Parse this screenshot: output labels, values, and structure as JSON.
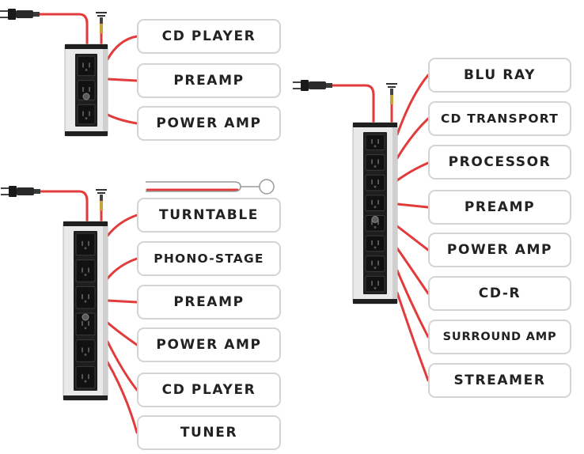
{
  "colors": {
    "cable": "#e23b3b",
    "label_border": "#d4d4d4",
    "label_text": "#222222",
    "unit_body": "#e9e9e9",
    "unit_panel": "#1e1e1e"
  },
  "icons": [
    "power-plug-icon",
    "ground-terminal-icon",
    "outlet-icon"
  ],
  "units": [
    {
      "id": "unit-3-outlet",
      "outlets": 3,
      "devices": [
        "CD PLAYER",
        "PREAMP",
        "POWER AMP"
      ]
    },
    {
      "id": "unit-6-outlet",
      "outlets": 6,
      "devices": [
        "TURNTABLE",
        "PHONO-STAGE",
        "PREAMP",
        "POWER AMP",
        "CD PLAYER",
        "TUNER"
      ]
    },
    {
      "id": "unit-8-outlet",
      "outlets": 8,
      "devices": [
        "BLU RAY",
        "CD TRANSPORT",
        "PROCESSOR",
        "PREAMP",
        "POWER AMP",
        "CD-R",
        "SURROUND AMP",
        "STREAMER"
      ]
    }
  ]
}
